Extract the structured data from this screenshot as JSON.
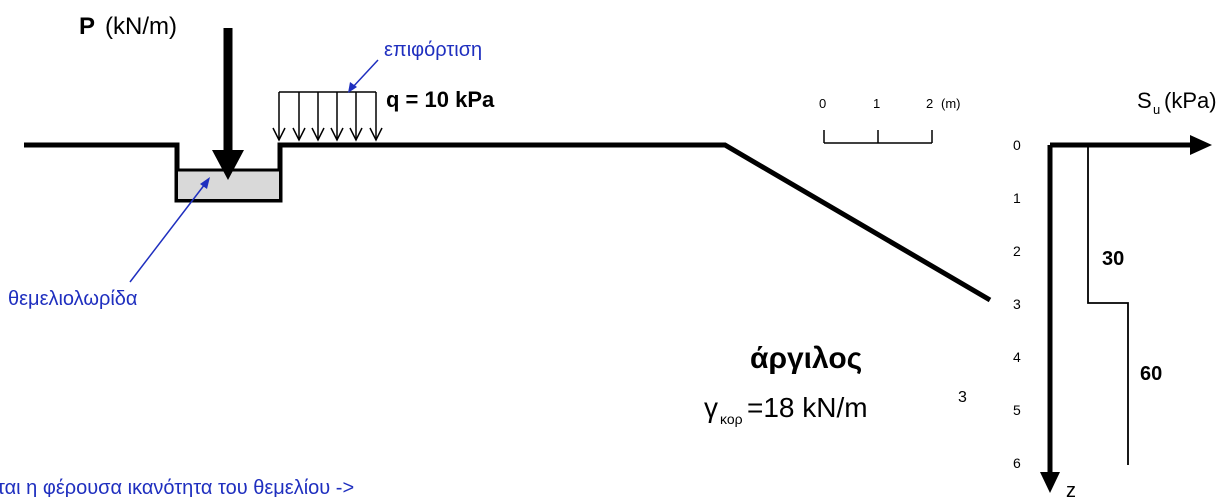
{
  "load": {
    "symbol": "P",
    "unit": "(kN/m)"
  },
  "surcharge": {
    "name": "επιφόρτιση",
    "value": "q = 10 kPa"
  },
  "footing": {
    "name": "θεμελιολωρίδα"
  },
  "scale_bar": {
    "ticks": [
      "0",
      "1",
      "2"
    ],
    "unit": "(m)"
  },
  "strength_profile": {
    "axis_symbol": "S",
    "axis_subscript": "u",
    "axis_unit": "(kPa)",
    "depth_axis_label": "z",
    "depth_ticks": [
      "0",
      "1",
      "2",
      "3",
      "4",
      "5",
      "6"
    ],
    "layers": [
      {
        "value": "30"
      },
      {
        "value": "60"
      }
    ]
  },
  "soil": {
    "name": "άργιλος",
    "gamma_symbol": "γ",
    "gamma_subscript": "κορ",
    "gamma_value": "=18 kN/m",
    "gamma_exponent": "3"
  },
  "footer": {
    "text": "ται η φέρουσα ικανότητα του θεμελίου ->"
  },
  "colors": {
    "annotation": "#1f2fbf",
    "footing_fill": "#d9d9d9",
    "line": "#000000"
  }
}
